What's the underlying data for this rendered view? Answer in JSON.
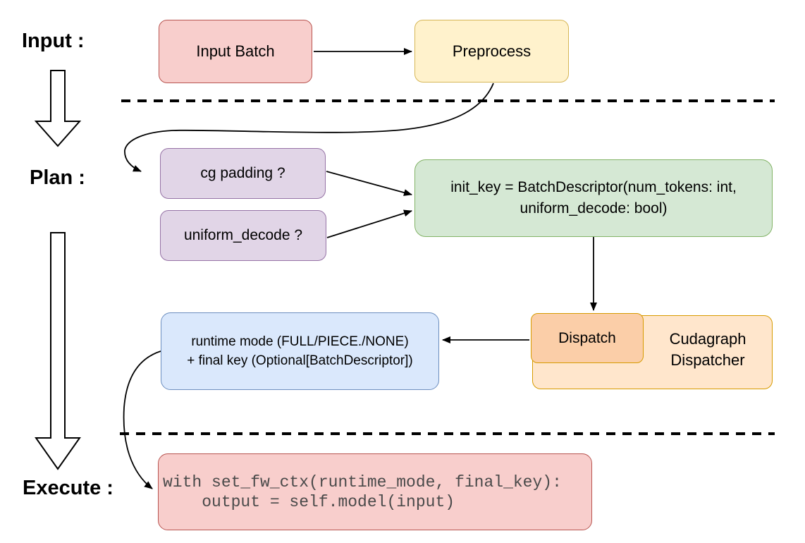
{
  "stages": {
    "input": "Input :",
    "plan": "Plan :",
    "execute": "Execute :"
  },
  "nodes": {
    "input_batch": {
      "label": "Input Batch",
      "fill": "#F8CECC",
      "stroke": "#B85450"
    },
    "preprocess": {
      "label": "Preprocess",
      "fill": "#FFF2CC",
      "stroke": "#D6B656"
    },
    "cg_padding": {
      "label": "cg padding ?",
      "fill": "#E1D5E7",
      "stroke": "#9673A6"
    },
    "uniform_decode": {
      "label": "uniform_decode ?",
      "fill": "#E1D5E7",
      "stroke": "#9673A6"
    },
    "init_key": {
      "line1": "init_key = BatchDescriptor(num_tokens: int,",
      "line2": "uniform_decode: bool)",
      "fill": "#D5E8D4",
      "stroke": "#82B366"
    },
    "dispatch": {
      "label": "Dispatch",
      "fill": "#FBCEA8",
      "stroke": "#D79B00"
    },
    "cudagraph_dispatcher": {
      "line1": "Cudagraph",
      "line2": "Dispatcher",
      "fill": "#FFE6CC",
      "stroke": "#D79B00"
    },
    "runtime_mode": {
      "line1": "runtime mode (FULL/PIECE./NONE)",
      "line2": "+ final key (Optional[BatchDescriptor])",
      "fill": "#DAE8FC",
      "stroke": "#6C8EBF"
    },
    "execute_code": {
      "line1": "with set_fw_ctx(runtime_mode, final_key):",
      "line2": "    output = self.model(input)",
      "fill": "#F8CECC",
      "stroke": "#B85450",
      "text_color": "#4A4A4A"
    }
  },
  "connectors": {
    "arrow_color": "#000000",
    "divider_style": "dashed"
  }
}
